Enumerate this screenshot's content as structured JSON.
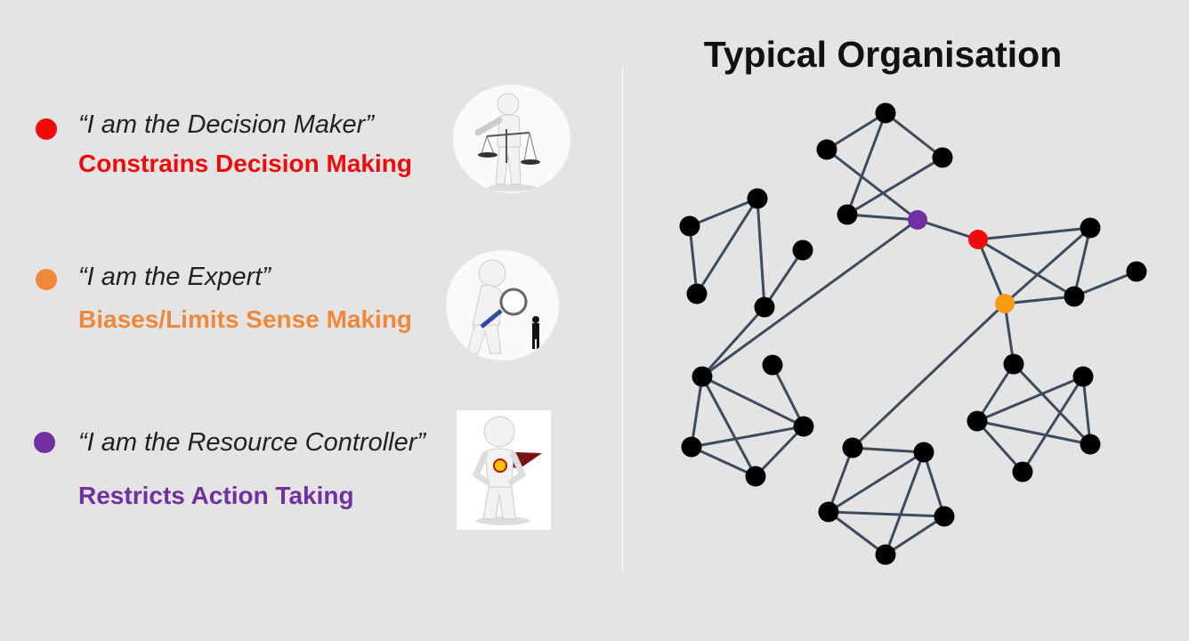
{
  "roles": [
    {
      "quote": "“I am the Decision Maker”",
      "effect": "Constrains Decision Making",
      "color": "#f00b0b",
      "icon": "balance-scale-figure-icon"
    },
    {
      "quote": "“I am the Expert”",
      "effect": "Biases/Limits Sense Making",
      "color": "#f0883c",
      "icon": "magnifying-glass-figure-icon"
    },
    {
      "quote": "“I am the Resource Controller”",
      "effect": "Restricts Action Taking",
      "color": "#7030a0",
      "icon": "superhero-figure-icon"
    }
  ],
  "network": {
    "title": "Typical Organisation",
    "node_color": "#000000",
    "edge_color": "#3d4b5c",
    "highlight_colors": {
      "decision_maker": "#f00b0b",
      "expert": "#f89c14",
      "resource_controller": "#7030a0"
    }
  }
}
